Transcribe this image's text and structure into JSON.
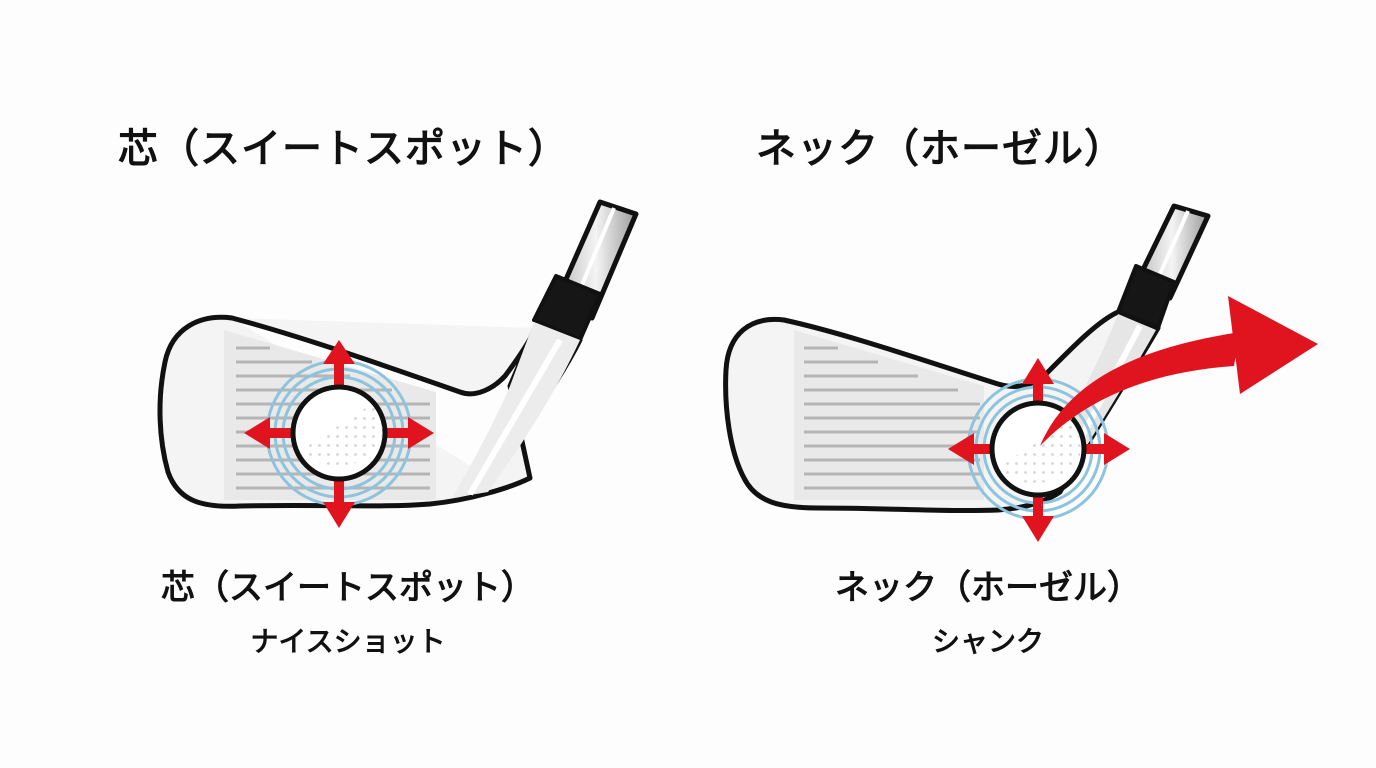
{
  "colors": {
    "arrow": "#e0141e",
    "ring": "#8ec3dd",
    "outline": "#111111",
    "face": "#f2f2f2",
    "groove": "#b9b9b9"
  },
  "left": {
    "title": "芯（スイートスポット）",
    "caption_title": "芯（スイートスポット）",
    "caption_sub": "ナイスショット",
    "icon": "iron-club-sweet-spot-impact"
  },
  "right": {
    "title": "ネック（ホーゼル）",
    "caption_title": "ネック（ホーゼル）",
    "caption_sub": "シャンク",
    "icon": "iron-club-hosel-shank-impact"
  }
}
